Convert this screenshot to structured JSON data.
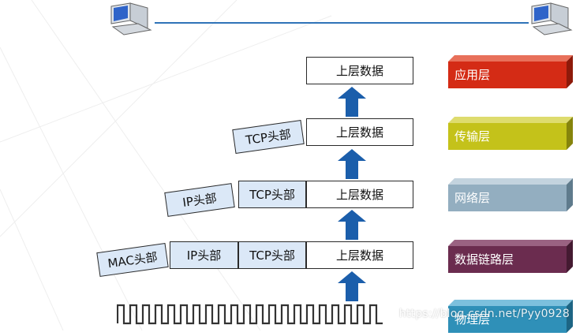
{
  "data_label": "上层数据",
  "tcp_header": "TCP头部",
  "ip_header": "IP头部",
  "mac_header": "MAC头部",
  "layers": [
    {
      "name": "应用层",
      "front": "#d42b15",
      "top": "#e8705a",
      "side": "#8e1a0a"
    },
    {
      "name": "传输层",
      "front": "#c4c21a",
      "top": "#dedc6e",
      "side": "#86840c"
    },
    {
      "name": "网络层",
      "front": "#93aec0",
      "top": "#c3d3de",
      "side": "#5f7b8c"
    },
    {
      "name": "数据链路层",
      "front": "#6b2c4f",
      "top": "#9a6282",
      "side": "#441a31"
    },
    {
      "name": "物理层",
      "front": "#2f90b8",
      "top": "#7cc0dd",
      "side": "#1d6584"
    }
  ],
  "watermark": "https://blog.csdn.net/Pyy0928",
  "arrow_color": "#1b5eab"
}
